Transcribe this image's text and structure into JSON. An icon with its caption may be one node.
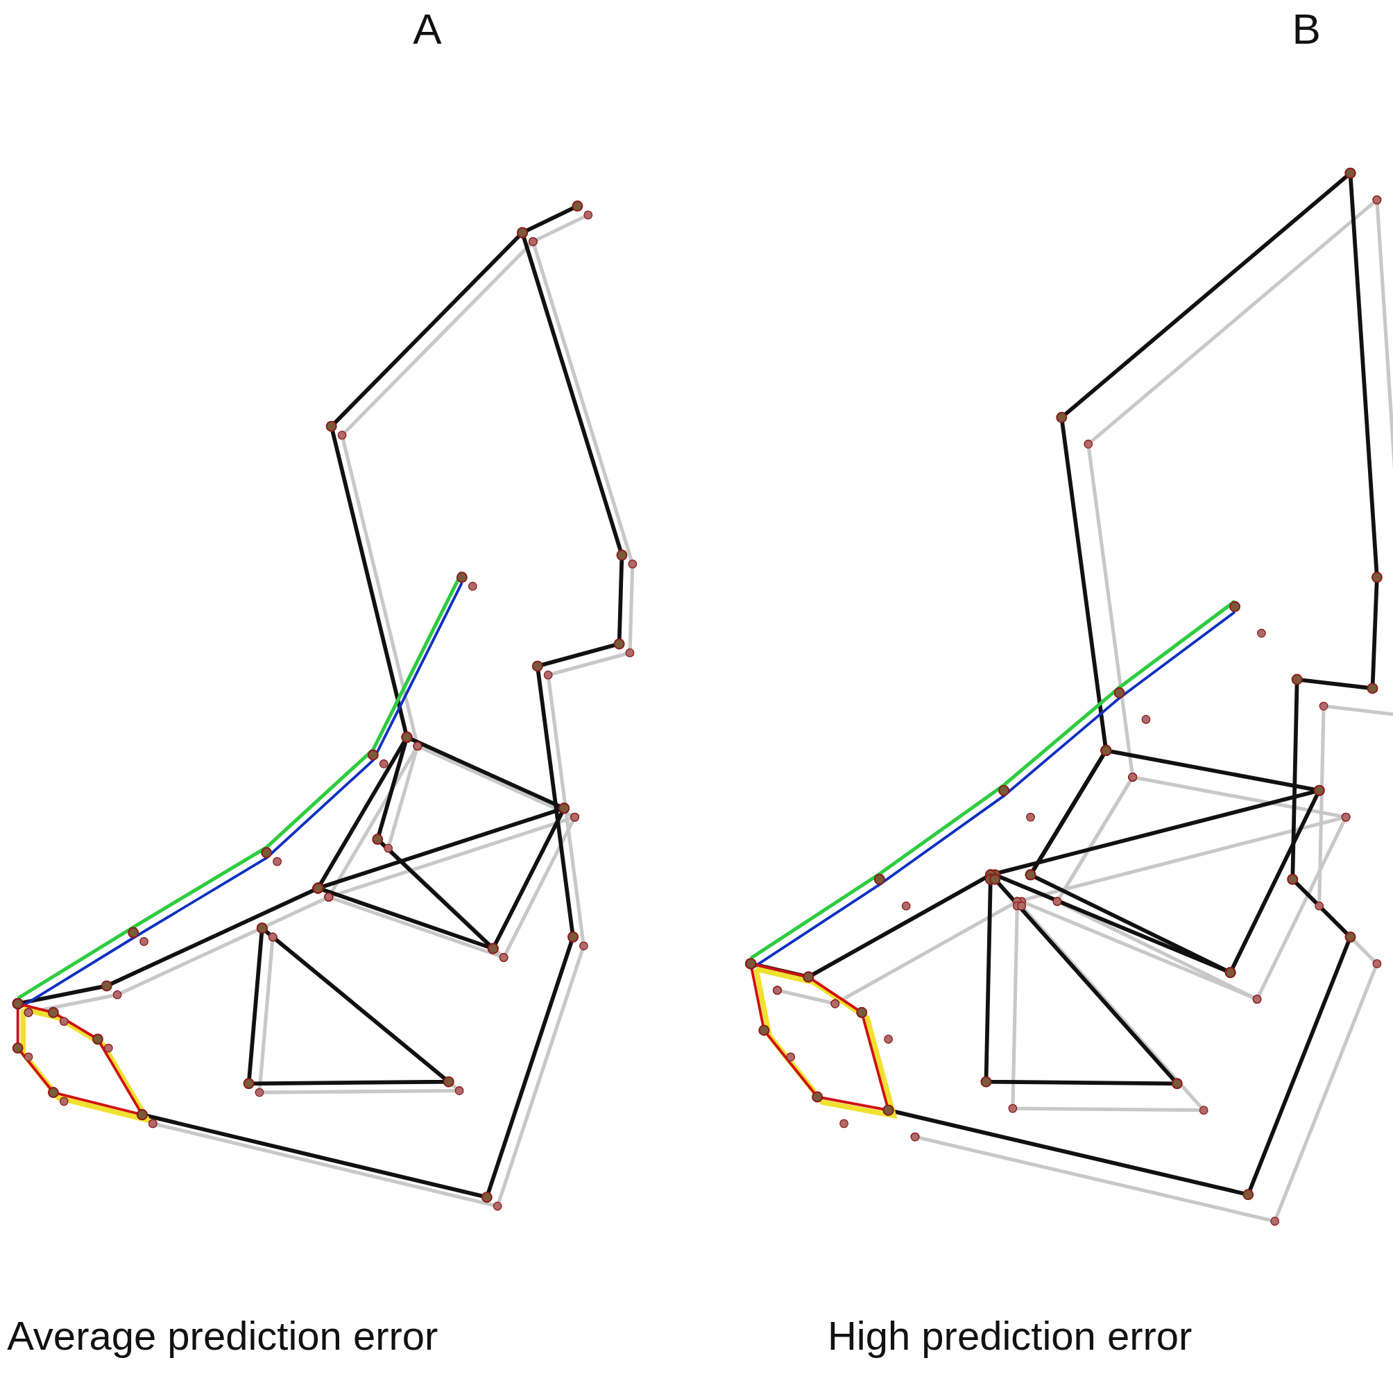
{
  "diagram": {
    "labels": [
      "A",
      "B",
      "Average prediction error",
      "High prediction error"
    ]
  }
}
